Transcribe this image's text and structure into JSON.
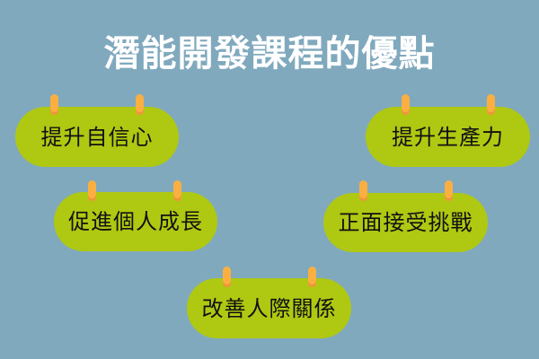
{
  "title": "潛能開發課程的優點",
  "colors": {
    "background": "#80a9be",
    "pill": "#afc812",
    "tab": "#fbaf41",
    "title_text": "#ffffff",
    "label_text": "#111111"
  },
  "benefits": [
    {
      "label": "提升自信心"
    },
    {
      "label": "提升生產力"
    },
    {
      "label": "促進個人成長"
    },
    {
      "label": "正面接受挑戰"
    },
    {
      "label": "改善人際關係"
    }
  ]
}
